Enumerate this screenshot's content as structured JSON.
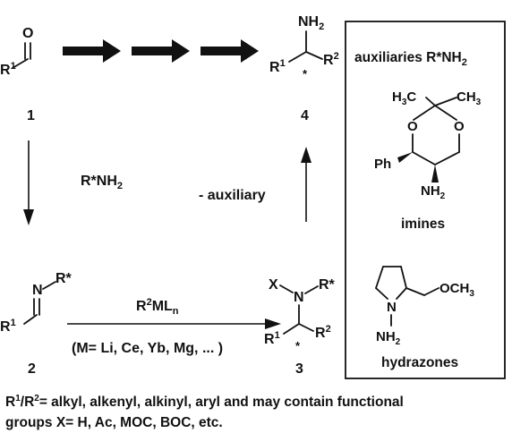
{
  "compounds": {
    "c1": {
      "number": "1",
      "r1": "R",
      "r1_sup": "1",
      "oxygen": "O"
    },
    "c2": {
      "number": "2",
      "n": "N",
      "rstar": "R*",
      "r1": "R",
      "r1_sup": "1"
    },
    "c3": {
      "number": "3",
      "x": "X",
      "n": "N",
      "rstar": "R*",
      "r1": "R",
      "r1_sup": "1",
      "r2": "R",
      "r2_sup": "2",
      "stereo": "*"
    },
    "c4": {
      "number": "4",
      "nh2": "NH",
      "nh2_sub": "2",
      "r1": "R",
      "r1_sup": "1",
      "r2": "R",
      "r2_sup": "2",
      "stereo": "*"
    }
  },
  "reagents": {
    "amine": {
      "text": "R*NH",
      "sub": "2"
    },
    "organometal": {
      "r": "R",
      "sup": "2",
      "ml": "ML",
      "sub": "n"
    },
    "metals": "(M= Li, Ce, Yb, Mg, ... )",
    "removal": "- auxiliary"
  },
  "panel": {
    "title": "auxiliaries R*NH",
    "title_sub": "2",
    "ketal_left": "H",
    "ketal_left_sub": "3",
    "ketal_left_c": "C",
    "ketal_right": "CH",
    "ketal_right_sub": "3",
    "ring_o": "O",
    "phenyl": "Ph",
    "amino": "NH",
    "amino_sub": "2",
    "imines_label": "imines",
    "methoxy": "OCH",
    "methoxy_sub": "3",
    "pyrrolidine_n": "N",
    "hydrazine_nh2": "NH",
    "hydrazine_sub": "2",
    "hydrazones_label": "hydrazones"
  },
  "footnote": {
    "r1": "R",
    "r1_sup": "1",
    "slash_r": "/R",
    "r2_sup": "2",
    "line1_rest": "= alkyl, alkenyl, alkinyl, aryl and may contain functional",
    "line2": "groups  X= H, Ac, MOC, BOC, etc."
  }
}
